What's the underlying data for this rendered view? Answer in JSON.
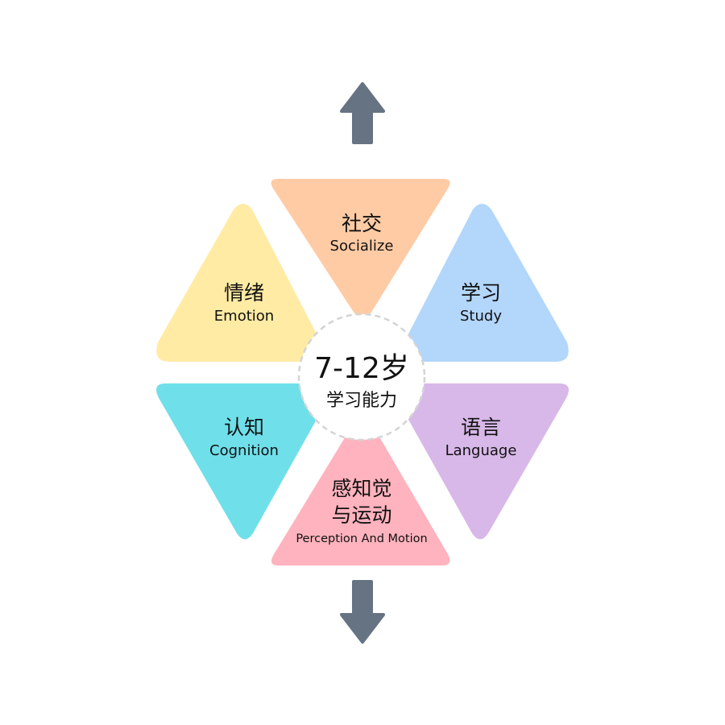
{
  "center": {
    "title": "7-12岁",
    "subtitle": "学习能力"
  },
  "segments": {
    "socialize": {
      "title": "社交",
      "subtitle": "Socialize",
      "color": "#FFCBA4"
    },
    "study": {
      "title": "学习",
      "subtitle": "Study",
      "color": "#B3D6FB"
    },
    "language": {
      "title": "语言",
      "subtitle": "Language",
      "color": "#D8B8E8"
    },
    "perception": {
      "title_line1": "感知觉",
      "title_line2": "与运动",
      "subtitle": "Perception And Motion",
      "color": "#FFB3BE"
    },
    "cognition": {
      "title": "认知",
      "subtitle": "Cognition",
      "color": "#6FE0EA"
    },
    "emotion": {
      "title": "情绪",
      "subtitle": "Emotion",
      "color": "#FFEBA4"
    }
  },
  "arrows": {
    "color": "#667382",
    "up": "arrow-up-icon",
    "down": "arrow-down-icon"
  }
}
